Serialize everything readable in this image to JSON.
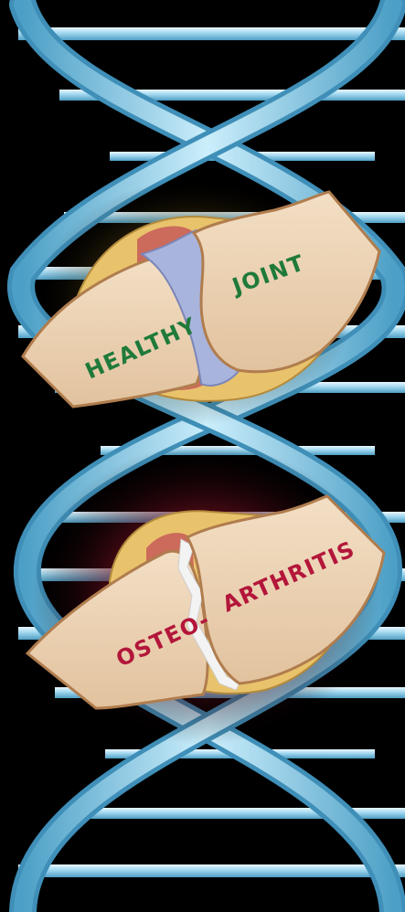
{
  "top_joint": {
    "label_left": "HEALTHY",
    "label_right": "JOINT",
    "label_color": "#1f7a3a",
    "glow_color": "#f0d27a"
  },
  "bottom_joint": {
    "label_left": "OSTEO-",
    "label_right": "ARTHRITIS",
    "label_color": "#b3163a",
    "glow_color": "#c0233f"
  },
  "colors": {
    "background": "#000000",
    "helix_strand": "#8fd0ea",
    "bone": "#ecd3b4",
    "bone_outline": "#b07d4e",
    "capsule": "#e9c36c",
    "synovium": "#c9605a",
    "cartilage_healthy": "#a9b4dd",
    "cartilage_damaged": "#f3f3f3"
  }
}
